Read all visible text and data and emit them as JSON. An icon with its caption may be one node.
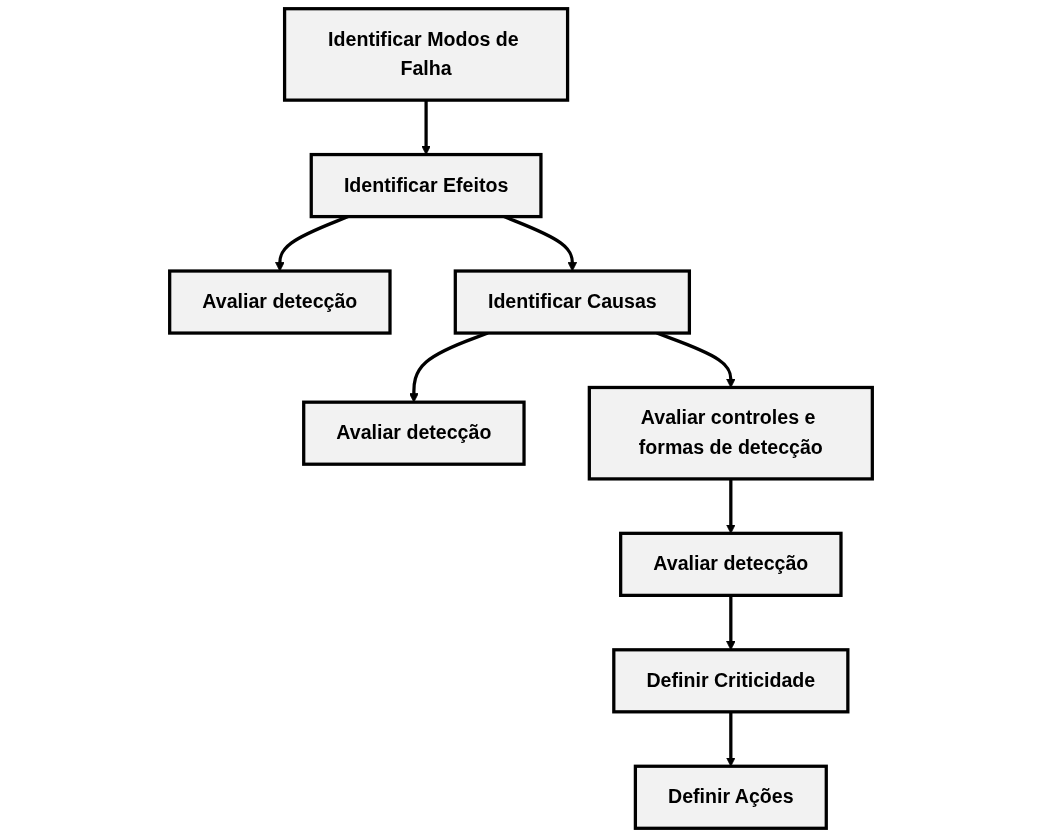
{
  "diagram": {
    "nodes": [
      {
        "text": [
          "Identificar Modos de Falha"
        ]
      },
      {
        "text": [
          "Identificar Efeitos"
        ]
      },
      {
        "text": [
          "Avaliar detecção"
        ]
      },
      {
        "text": [
          "Identificar Causas"
        ]
      },
      {
        "text": [
          "Avaliar detecção"
        ]
      },
      {
        "text": [
          "Avaliar controles e formas de detecção"
        ]
      },
      {
        "text": [
          "Avaliar detecção"
        ]
      },
      {
        "text": [
          "Definir Criticidade"
        ]
      },
      {
        "text": [
          "Definir Ações"
        ]
      }
    ],
    "edges": [
      {
        "from": 0,
        "to": 1,
        "arrow": "to"
      },
      {
        "from": 1,
        "to": 2,
        "arrow": "to"
      },
      {
        "from": 1,
        "to": 3,
        "arrow": "to"
      },
      {
        "from": 3,
        "to": 4,
        "arrow": "to"
      },
      {
        "from": 3,
        "to": 5,
        "arrow": "to"
      },
      {
        "from": 5,
        "to": 6,
        "arrow": "to"
      },
      {
        "from": 6,
        "to": 7,
        "arrow": "to"
      },
      {
        "from": 7,
        "to": 8,
        "arrow": "to"
      }
    ]
  }
}
